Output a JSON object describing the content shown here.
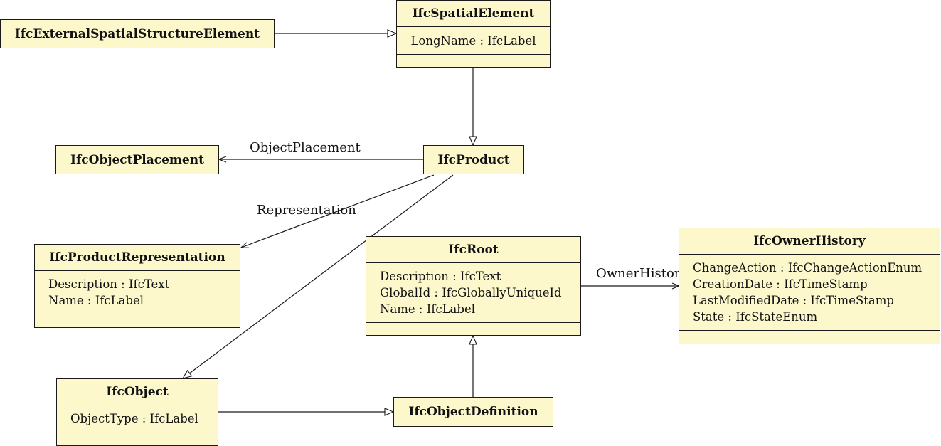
{
  "classes": {
    "external": {
      "name": "IfcExternalSpatialStructureElement"
    },
    "spatial": {
      "name": "IfcSpatialElement",
      "attributes": [
        "LongName : IfcLabel"
      ]
    },
    "placement": {
      "name": "IfcObjectPlacement"
    },
    "product": {
      "name": "IfcProduct"
    },
    "prodrep": {
      "name": "IfcProductRepresentation",
      "attributes": [
        "Description : IfcText",
        "Name : IfcLabel"
      ]
    },
    "root": {
      "name": "IfcRoot",
      "attributes": [
        "Description : IfcText",
        "GlobalId : IfcGloballyUniqueId",
        "Name : IfcLabel"
      ]
    },
    "owner": {
      "name": "IfcOwnerHistory",
      "attributes": [
        "ChangeAction : IfcChangeActionEnum",
        "CreationDate : IfcTimeStamp",
        "LastModifiedDate : IfcTimeStamp",
        "State : IfcStateEnum"
      ]
    },
    "object": {
      "name": "IfcObject",
      "attributes": [
        "ObjectType : IfcLabel"
      ]
    },
    "objdef": {
      "name": "IfcObjectDefinition"
    }
  },
  "relations": {
    "object_placement": "ObjectPlacement",
    "representation": "Representation",
    "owner_history": "OwnerHistory"
  }
}
